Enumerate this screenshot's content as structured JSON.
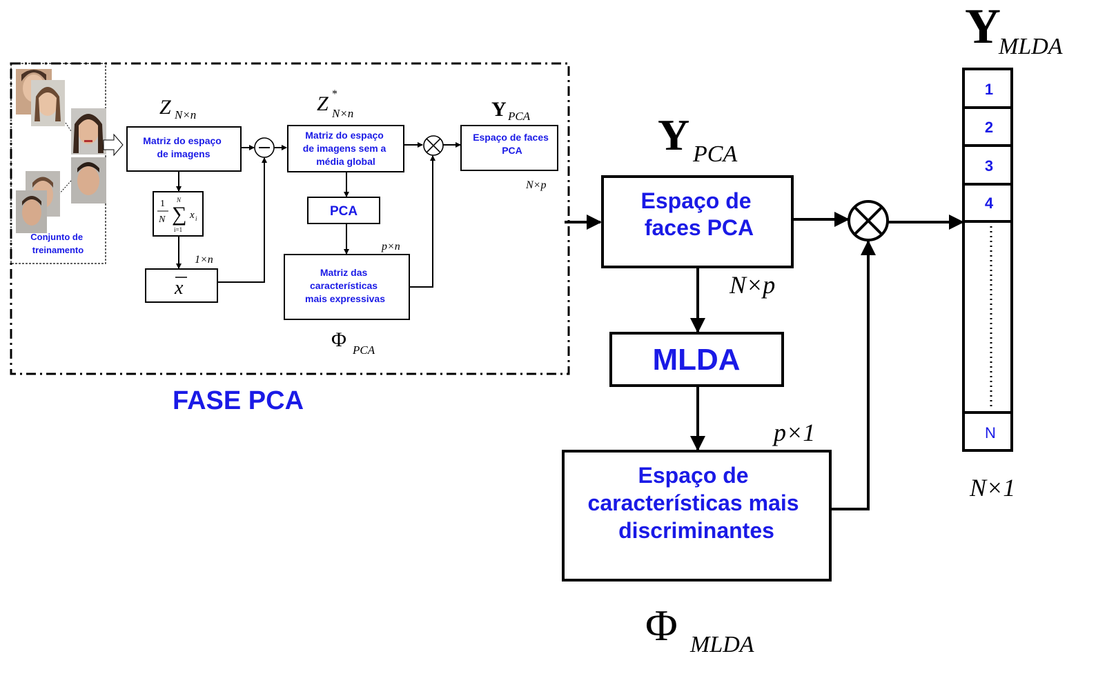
{
  "fase_pca_label": "FASE PCA",
  "training_set_label": [
    "Conjunto de",
    "treinamento"
  ],
  "boxes": {
    "matriz_espaco": [
      "Matriz do espaço",
      "de imagens"
    ],
    "matriz_sem_media": [
      "Matriz do espaço",
      "de imagens sem a",
      "média global"
    ],
    "pca": "PCA",
    "matriz_caracteristicas": [
      "Matriz das",
      "características",
      "mais expressivas"
    ],
    "espaco_faces_small": [
      "Espaço de faces",
      "PCA"
    ],
    "espaco_faces_large": [
      "Espaço de",
      "faces PCA"
    ],
    "mlda": "MLDA",
    "espaco_discriminantes": [
      "Espaço de",
      "características mais",
      "discriminantes"
    ]
  },
  "vector": {
    "cells": [
      "1",
      "2",
      "3",
      "4"
    ],
    "last": "N"
  },
  "math": {
    "Z": "Z",
    "Z_sub": "N×n",
    "Zstar_sub": "N×n",
    "Y": "Y",
    "PCA_sub": "PCA",
    "MLDA_sub": "MLDA",
    "Phi": "Φ",
    "xbar": "x",
    "one_by_n": "1×n",
    "p_by_n": "p×n",
    "N_by_p": "N×p",
    "p_by_1": "p×1",
    "N_by_1": "N×1",
    "frac_one": "1",
    "frac_N": "N",
    "sum_top": "N",
    "sum_bottom": "i=1",
    "sum_term": "x",
    "sum_term_sub": "i"
  },
  "colors": {
    "label_blue": "#1a1ae6"
  }
}
